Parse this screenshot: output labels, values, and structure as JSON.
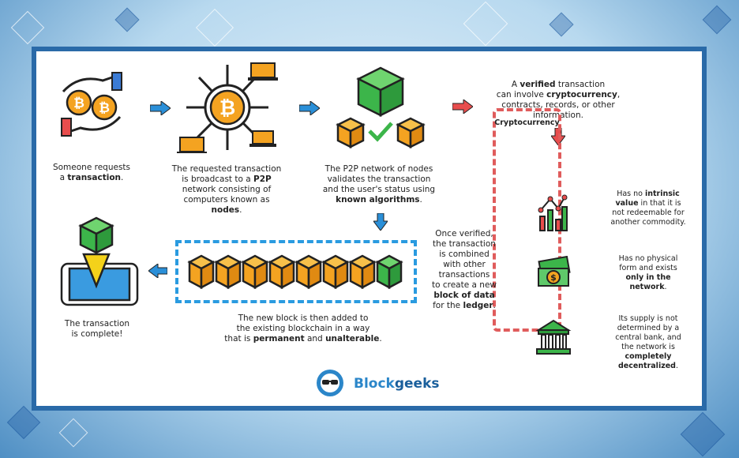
{
  "steps": {
    "step1": {
      "pre": "Someone requests",
      "line2_pre": "a ",
      "b1": "transaction",
      "post": "."
    },
    "step2": {
      "l1": "The requested transaction",
      "l2_pre": "is broadcast to a ",
      "l2_b": "P2P",
      "l3": "network consisting of",
      "l4_pre": "computers known as ",
      "l4_b": "nodes",
      "l4_post": "."
    },
    "step3": {
      "l1": "The P2P network of nodes",
      "l2": "validates the transaction",
      "l3": "and the user's status using",
      "l4_b": "known algorithms",
      "l4_post": "."
    },
    "step4": {
      "l1_pre": "A ",
      "l1_b": "verified",
      "l1_post": " transaction",
      "l2_pre": "can involve ",
      "l2_b": "cryptocurrency",
      "l2_post": ",",
      "l3": "contracts, records, or other",
      "l4": "information."
    },
    "step5": {
      "l1": "Once verified,",
      "l2": "the transaction",
      "l3": "is combined",
      "l4": "with other",
      "l5": "transactions",
      "l6": "to create a new",
      "l7_b": "block of data",
      "l8_pre": "for the ",
      "l8_b": "ledger",
      "l8_post": "."
    },
    "step6": {
      "l1": "The new block is then added to",
      "l2": "the existing blockchain in a way",
      "l3_pre": "that is ",
      "l3_b1": "permanent",
      "l3_mid": " and ",
      "l3_b2": "unalterable",
      "l3_post": "."
    },
    "step7": {
      "l1": "The transaction",
      "l2": "is complete!"
    }
  },
  "crypto": {
    "title": "Cryptocurrency",
    "item1": {
      "l1_pre": "Has no ",
      "l1_b": "intrinsic",
      "l2_b": "value",
      "l2_post": " in that it is",
      "l3": "not redeemable for",
      "l4": "another commodity."
    },
    "item2": {
      "l1": "Has no physical",
      "l2": "form and exists",
      "l3_b": "only in the",
      "l4_b": "network",
      "l4_post": "."
    },
    "item3": {
      "l1": "Its supply is not",
      "l2": "determined by a",
      "l3": "central bank, and",
      "l4": "the network is",
      "l5_b": "completely",
      "l6_b": "decentralized",
      "l6_post": "."
    }
  },
  "brand": {
    "name_a": "Block",
    "name_b": "geeks"
  },
  "colors": {
    "blue_arrow": "#2a8fd8",
    "red_arrow": "#e84d4d",
    "block_orange": "#f4a321",
    "block_green": "#3cb54a",
    "frame": "#2a6aa8"
  },
  "icons": [
    "bitcoin-hands-icon",
    "bitcoin-network-icon",
    "node-blocks-icon",
    "blockchain-icon",
    "phone-block-icon",
    "chart-icon",
    "money-icon",
    "bank-icon",
    "blockgeeks-logo-icon"
  ]
}
